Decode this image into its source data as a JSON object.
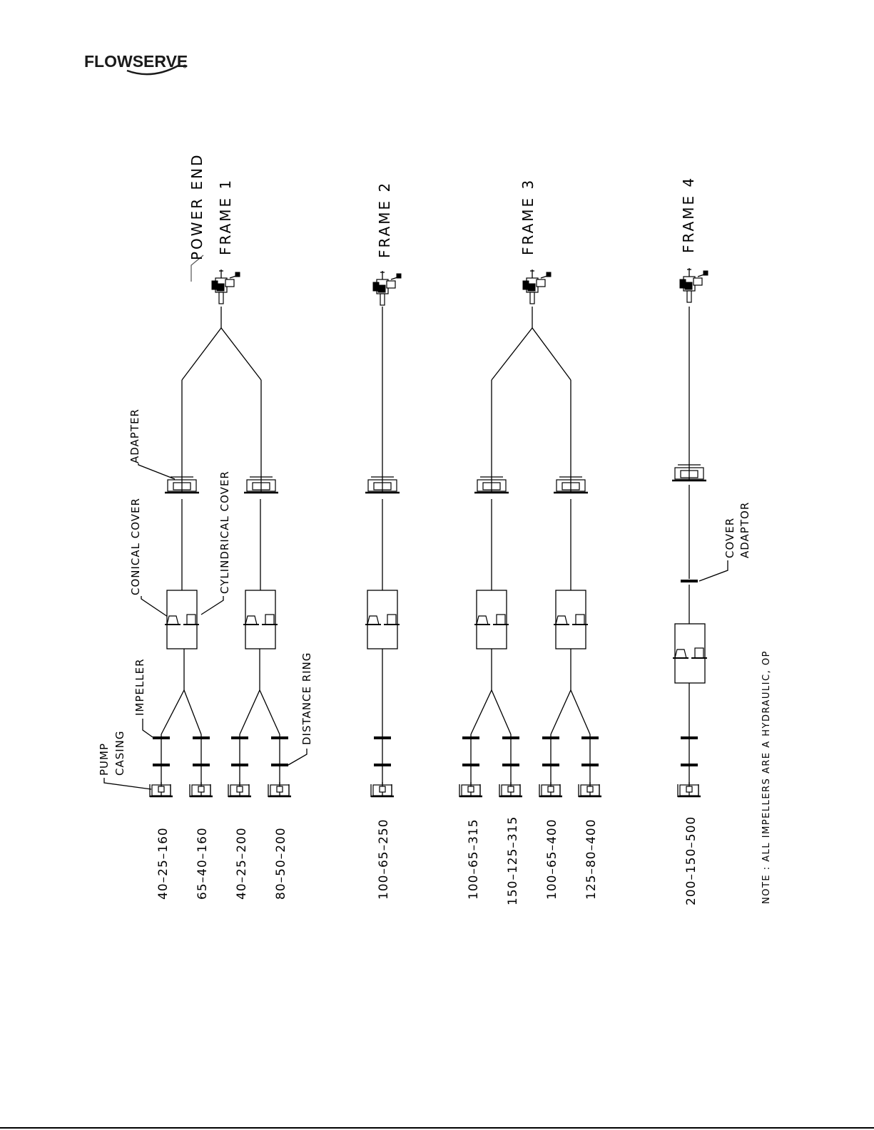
{
  "brand": {
    "logo_text": "FLOWSERVE",
    "color": "#1a1a1a"
  },
  "labels": {
    "power_end": "POWER END",
    "adapter": "ADAPTER",
    "conical_cover": "CONICAL COVER",
    "cylindrical_cover": "CYLINDRICAL COVER",
    "impeller": "IMPELLER",
    "pump": "PUMP",
    "casing": "CASING",
    "distance_ring": "DISTANCE RING",
    "cover": "COVER",
    "adaptor": "ADAPTOR"
  },
  "frames": [
    {
      "label": "FRAME 1",
      "sizes": [
        "40–25–160",
        "65–40–160",
        "40–25–200",
        "80–50–200"
      ]
    },
    {
      "label": "FRAME 2",
      "sizes": [
        "100–65–250"
      ]
    },
    {
      "label": "FRAME 3",
      "sizes": [
        "100–65–315",
        "150–125–315",
        "100–65–400",
        "125–80–400"
      ]
    },
    {
      "label": "FRAME 4",
      "sizes": [
        "200–150–500"
      ]
    }
  ],
  "note": "NOTE : ALL IMPELLERS ARE A HYDRAULIC, OP"
}
